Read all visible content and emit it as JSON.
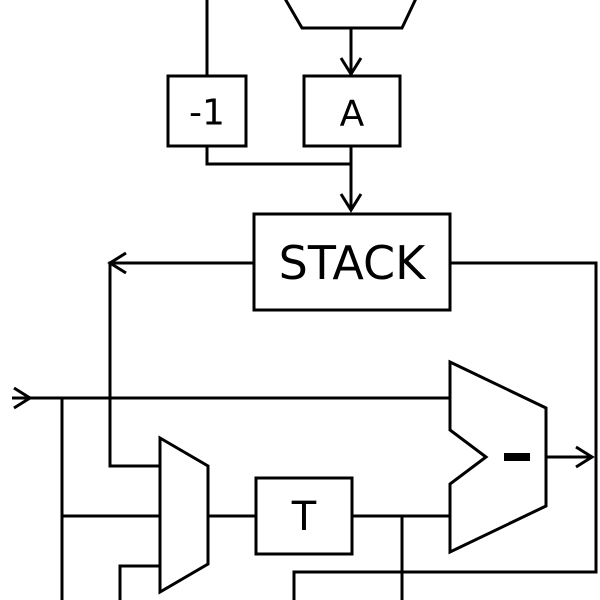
{
  "diagram": {
    "blocks": {
      "decrement": {
        "label": "-1"
      },
      "register_a": {
        "label": "A"
      },
      "stack": {
        "label": "STACK"
      },
      "register_t": {
        "label": "T"
      },
      "alu": {
        "label": ""
      }
    },
    "colors": {
      "stroke": "#000000",
      "background": "#ffffff"
    }
  }
}
